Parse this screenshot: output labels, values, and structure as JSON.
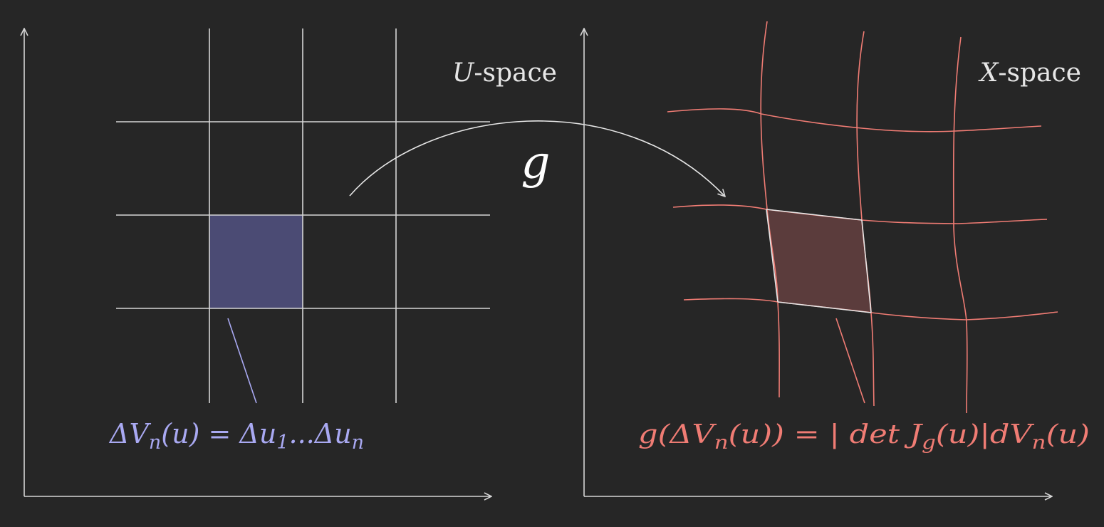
{
  "colors": {
    "background": "#262626",
    "axis": "#d6d6d6",
    "u_grid": "#d6d6d6",
    "x_grid": "#f07c74",
    "u_cell_fill": "#4b4b74",
    "x_cell_fill": "#5b3c3c",
    "u_formula": "#a9a9f2",
    "x_formula": "#f07c74",
    "map_arrow": "#e6e6e6"
  },
  "labels": {
    "u_space_var": "U",
    "u_space_suffix": "-space",
    "x_space_var": "X",
    "x_space_suffix": "-space",
    "map_symbol": "g"
  },
  "formulas": {
    "u_volume": [
      "ΔV",
      "n",
      "(u) = Δu",
      "1",
      "...Δu",
      "n"
    ],
    "x_volume": [
      "g(ΔV",
      "n",
      "(u)) = | det J",
      "g",
      "(u)|dV",
      "n",
      "(u)"
    ]
  }
}
